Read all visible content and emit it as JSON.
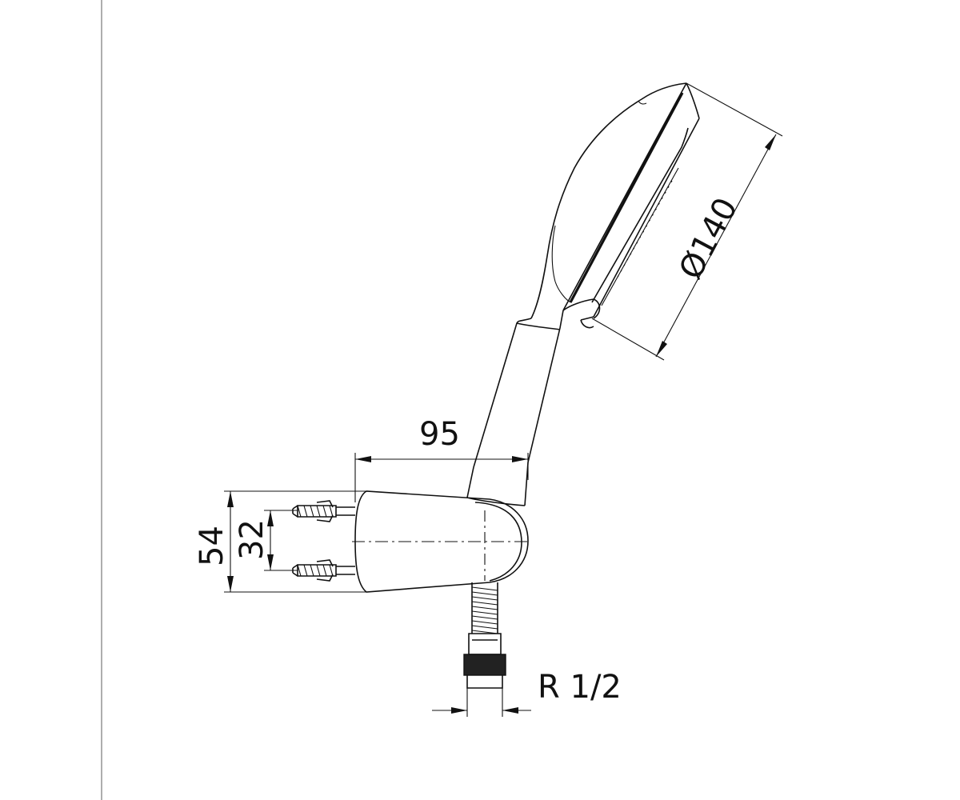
{
  "dimensions": {
    "diameter": "Ø140",
    "width": "95",
    "height_outer": "54",
    "height_inner": "32",
    "thread": "R 1/2"
  },
  "colors": {
    "line": "#111111",
    "background": "#ffffff",
    "frame": "#777777"
  }
}
